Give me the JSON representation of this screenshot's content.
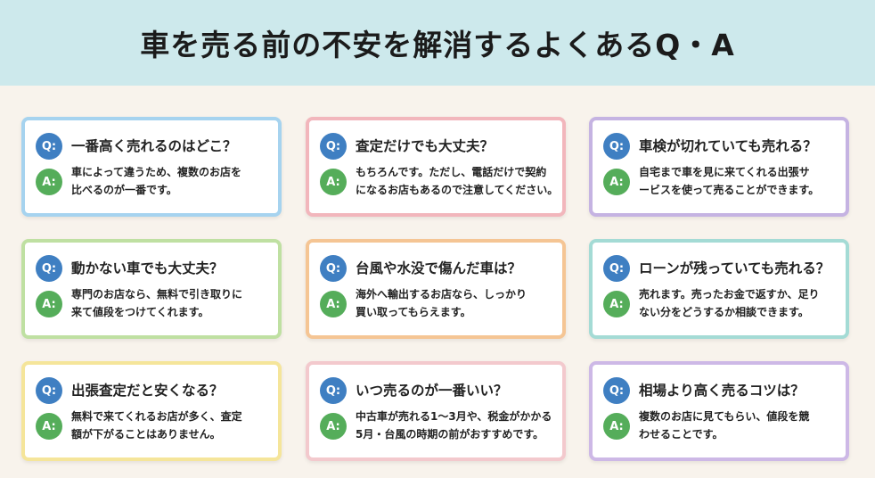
{
  "title": "車を売る前の不安を解消するよくあるQ・A",
  "q_badge": "Q:",
  "a_badge": "A:",
  "colors": {
    "header_bg": "#cde9ec",
    "page_bg": "#f8f3ec",
    "q_badge": "#3f7fc2",
    "a_badge": "#55ad5a"
  },
  "cards": [
    {
      "question": "一番高く売れるのはどこ？",
      "answer": [
        "車によって違うため、複数のお店を",
        "比べるのが一番です。"
      ],
      "border_color": "#a6d3ef"
    },
    {
      "question": "査定だけでも大丈夫？",
      "answer": [
        "もちろんです。ただし、電話だけで契約",
        "になるお店もあるので注意してください。"
      ],
      "border_color": "#f2b6bc"
    },
    {
      "question": "車検が切れていても売れる？",
      "answer": [
        "自宅まで車を見に来てくれる出張サ",
        "ービスを使って売ることができます。"
      ],
      "border_color": "#c5b3e2"
    },
    {
      "question": "動かない車でも大丈夫？",
      "answer": [
        "専門のお店なら、無料で引き取りに",
        "来て値段をつけてくれます。"
      ],
      "border_color": "#bfe0a2"
    },
    {
      "question": "台風や水没で傷んだ車は？",
      "answer": [
        "海外へ輸出するお店なら、しっかり",
        "買い取ってもらえます。"
      ],
      "border_color": "#f5c594"
    },
    {
      "question": "ローンが残っていても売れる？",
      "answer": [
        "売れます。売ったお金で返すか、足り",
        "ない分をどうするか相談できます。"
      ],
      "border_color": "#a4dbd5"
    },
    {
      "question": "出張査定だと安くなる？",
      "answer": [
        "無料で来てくれるお店が多く、査定",
        "額が下がることはありません。"
      ],
      "border_color": "#f5e59a"
    },
    {
      "question": "いつ売るのが一番いい？",
      "answer": [
        "中古車が売れる1〜3月や、税金がかかる",
        "5月・台風の時期の前がおすすめです。"
      ],
      "border_color": "#f3c9cd"
    },
    {
      "question": "相場より高く売るコツは？",
      "answer": [
        "複数のお店に見てもらい、値段を競",
        "わせることです。"
      ],
      "border_color": "#cdb8e6"
    }
  ]
}
